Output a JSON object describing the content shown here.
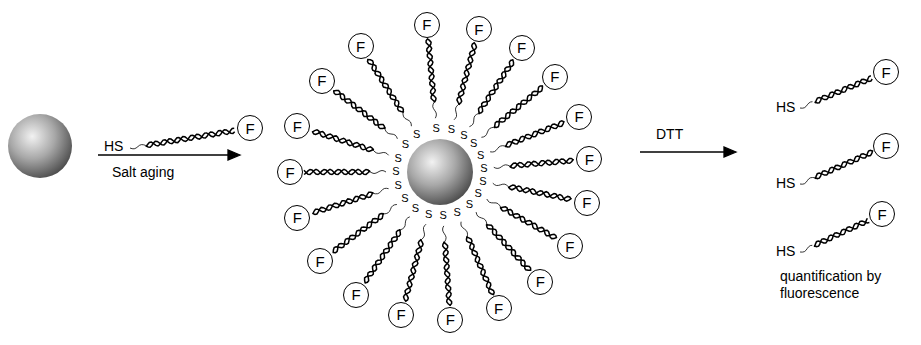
{
  "diagram": {
    "nodes": [
      {
        "text": [
          "F"
        ]
      },
      {
        "text": [
          "F"
        ]
      },
      {
        "text": [
          "F"
        ]
      },
      {
        "text": [
          "F"
        ]
      },
      {
        "text": [
          "F"
        ]
      },
      {
        "text": [
          "F"
        ]
      },
      {
        "text": [
          "F"
        ]
      },
      {
        "text": [
          "F"
        ]
      },
      {
        "text": [
          "F"
        ]
      },
      {
        "text": [
          "F"
        ]
      },
      {
        "text": [
          "F"
        ]
      },
      {
        "text": [
          "F"
        ]
      },
      {
        "text": [
          "F"
        ]
      },
      {
        "text": [
          "F"
        ]
      },
      {
        "text": [
          "F"
        ]
      },
      {
        "text": [
          "F"
        ]
      },
      {
        "text": [
          "F"
        ]
      },
      {
        "text": [
          "F"
        ]
      },
      {
        "text": [
          "F"
        ]
      },
      {
        "text": [
          "F"
        ]
      },
      {
        "text": [
          "F"
        ]
      },
      {
        "text": [
          "F"
        ]
      },
      {
        "text": [
          "F"
        ]
      }
    ],
    "labels": [
      "HS",
      "Salt aging",
      "DTT",
      "HS",
      "HS",
      "HS",
      "quantification by fluorescence",
      "S",
      "S",
      "S",
      "S",
      "S",
      "S",
      "S",
      "S",
      "S",
      "S",
      "S",
      "S",
      "S",
      "S",
      "S",
      "S",
      "S",
      "S",
      "S"
    ]
  }
}
